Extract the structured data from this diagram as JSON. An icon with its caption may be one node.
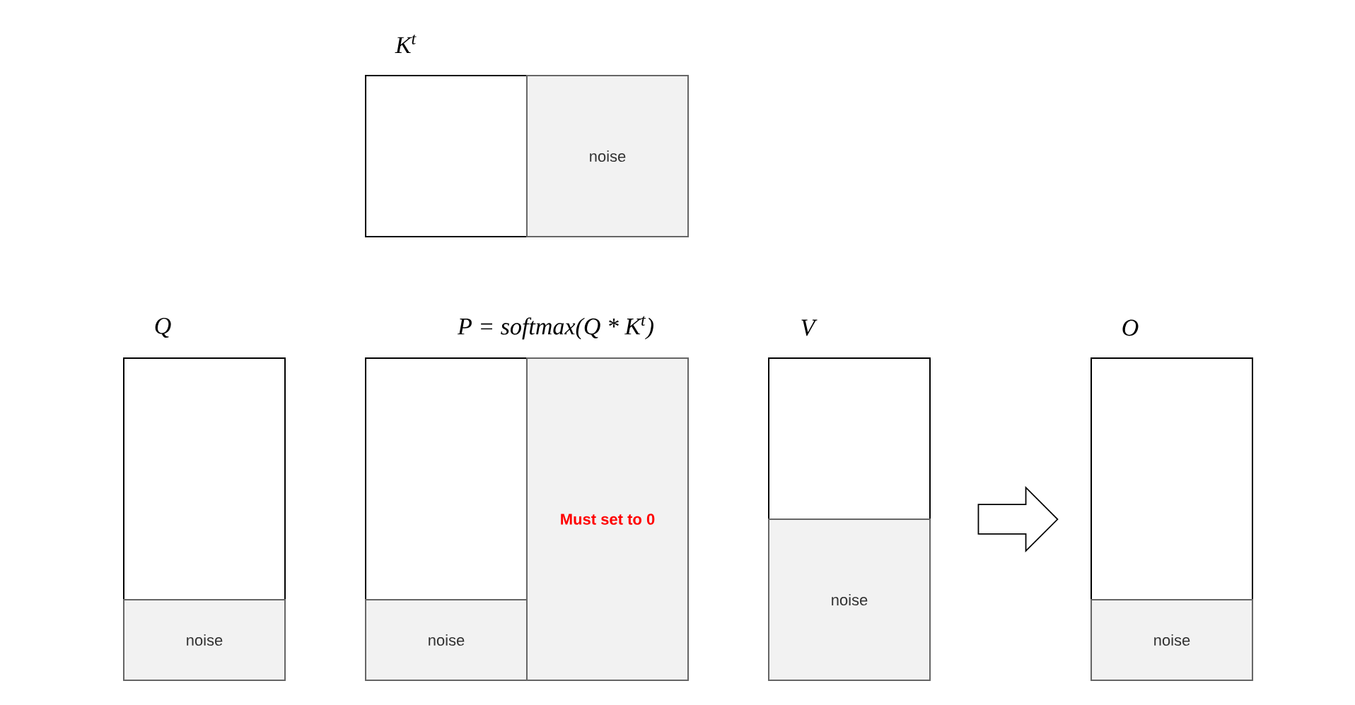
{
  "diagram": {
    "nodes": [
      {
        "text": [
          "K$^{t}$"
        ]
      },
      {
        "text": [
          "noise"
        ],
        "in": 0
      },
      {
        "text": [
          "Q"
        ]
      },
      {
        "text": [
          "noise"
        ],
        "in": 2
      },
      {
        "text": [
          "P = softmax(Q * K$^{t}$)"
        ]
      },
      {
        "text": [
          "noise"
        ],
        "in": 4
      },
      {
        "text": [
          "Must set to 0"
        ],
        "in": 4
      },
      {
        "text": [
          "V"
        ]
      },
      {
        "text": [
          "noise"
        ],
        "in": 7
      },
      {
        "text": [
          "O"
        ]
      },
      {
        "text": [
          "noise"
        ],
        "in": 9
      }
    ],
    "edges": [
      {
        "from": 7,
        "to": 9,
        "arrow": "to"
      }
    ]
  }
}
